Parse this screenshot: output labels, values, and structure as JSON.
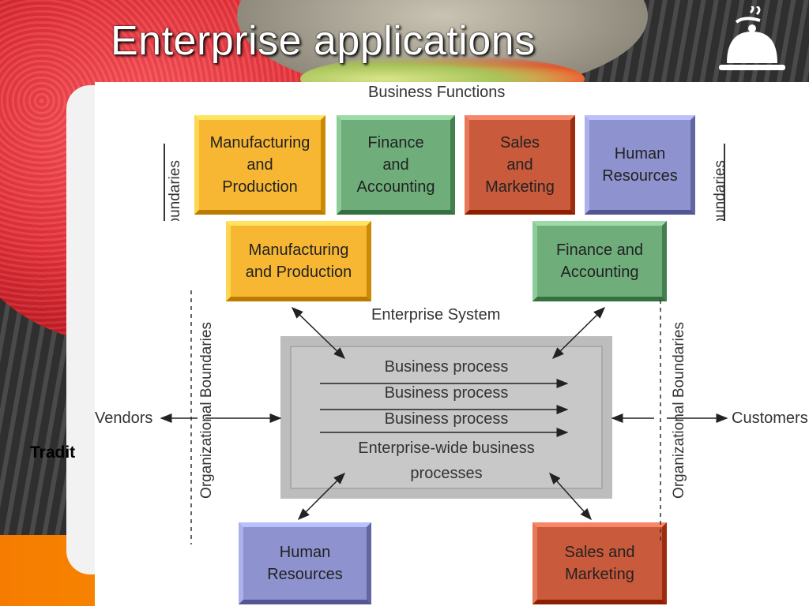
{
  "slide": {
    "title": "Enterprise applications",
    "subtitle": "Tradit"
  },
  "traditional": {
    "heading": "Business Functions",
    "left_boundary": "Organizational Boundaries",
    "right_boundary": "Organizational Boundaries",
    "boxes": [
      {
        "label": "Manufacturing\nand\nProduction",
        "color": "#f7b733"
      },
      {
        "label": "Finance\nand\nAccounting",
        "color": "#6fae7a"
      },
      {
        "label": "Sales\nand\nMarketing",
        "color": "#c95a3c"
      },
      {
        "label": "Human\nResources",
        "color": "#8e93cf"
      }
    ]
  },
  "enterprise": {
    "heading": "Enterprise System",
    "processes": [
      "Business process",
      "Business process",
      "Business process"
    ],
    "wide_process": "Enterprise-wide business\nprocesses",
    "left_boundary": "Organizational Boundaries",
    "right_boundary": "Organizational Boundaries",
    "vendors": "Vendors",
    "customers": "Customers",
    "boxes": {
      "manufacturing": {
        "label": "Manufacturing\nand Production",
        "color": "#f7b733"
      },
      "finance": {
        "label": "Finance and\nAccounting",
        "color": "#6fae7a"
      },
      "human": {
        "label": "Human\nResources",
        "color": "#8e93cf"
      },
      "sales": {
        "label": "Sales and\nMarketing",
        "color": "#c95a3c"
      }
    }
  }
}
